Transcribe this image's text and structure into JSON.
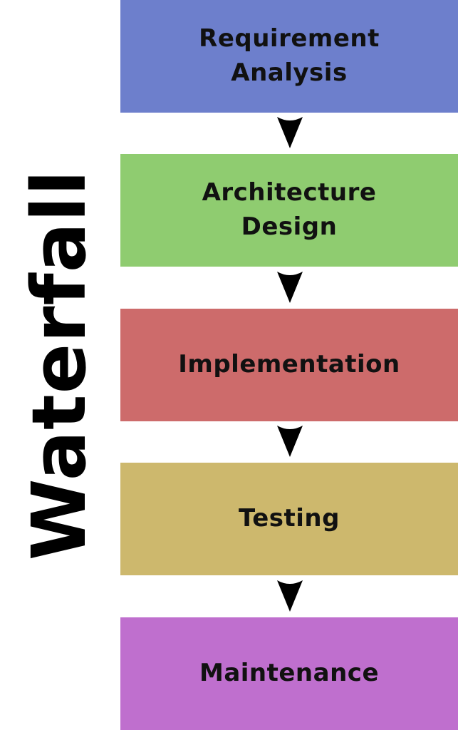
{
  "title": "Waterfall",
  "stages": [
    {
      "label": "Requirement\nAnalysis",
      "color": "#6d7fcc"
    },
    {
      "label": "Architecture\nDesign",
      "color": "#8fcc70"
    },
    {
      "label": "Implementation",
      "color": "#cd6b6b"
    },
    {
      "label": "Testing",
      "color": "#cdb86d"
    },
    {
      "label": "Maintenance",
      "color": "#bf6fce"
    }
  ],
  "arrow_color": "#000000"
}
